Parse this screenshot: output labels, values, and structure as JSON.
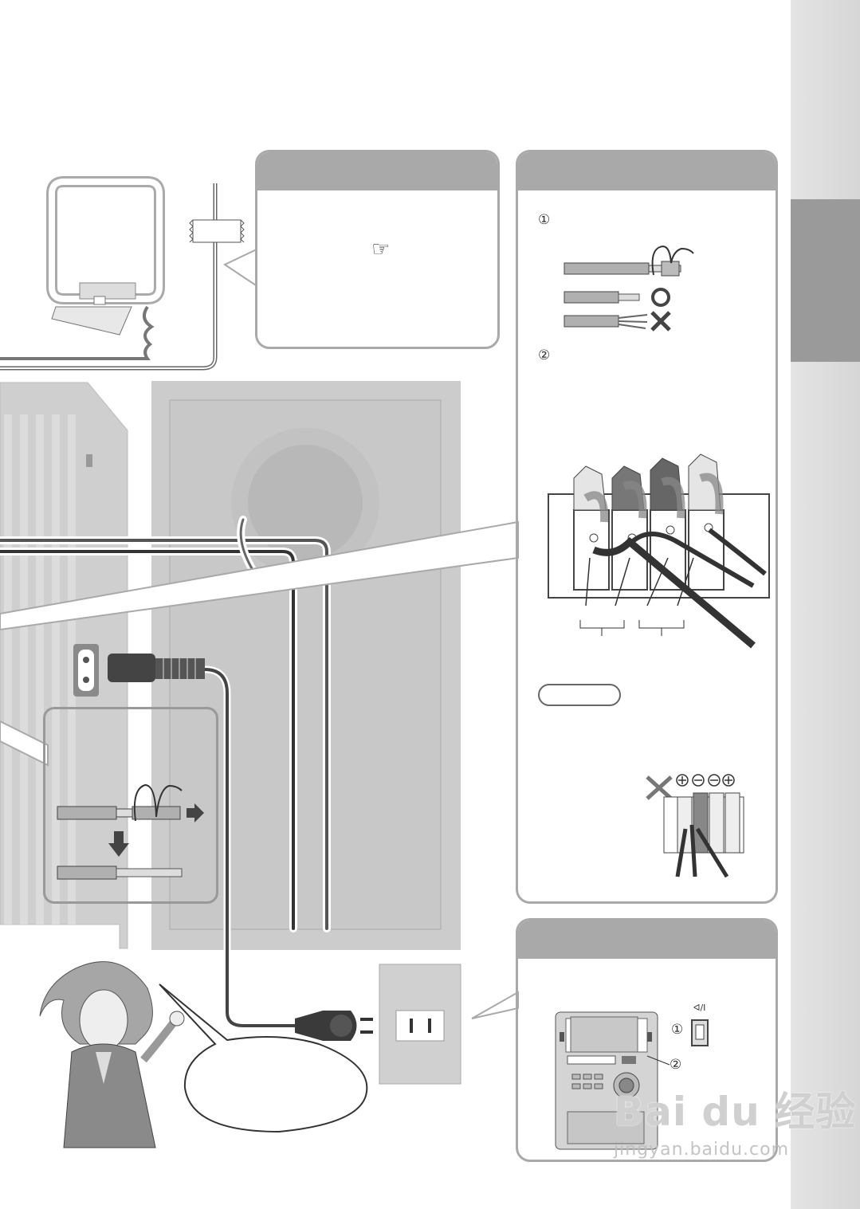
{
  "symbols": {
    "circled_one": "①",
    "circled_two": "②",
    "pointing_hand": "☞",
    "power_label": "ᐊ/I"
  },
  "watermark": {
    "logo_text": "Bai du 经验",
    "url": "jingyan.baidu.com"
  },
  "colors": {
    "panel_border": "#a9a9a9",
    "side_tab": "#9a9a9a",
    "speaker_fill": "#cccccc"
  },
  "icons": {
    "pointing_hand": "pointing-hand-icon",
    "ok_mark": "circle-ok-icon",
    "ng_mark": "cross-ng-icon",
    "arrow": "arrow-right-icon"
  }
}
